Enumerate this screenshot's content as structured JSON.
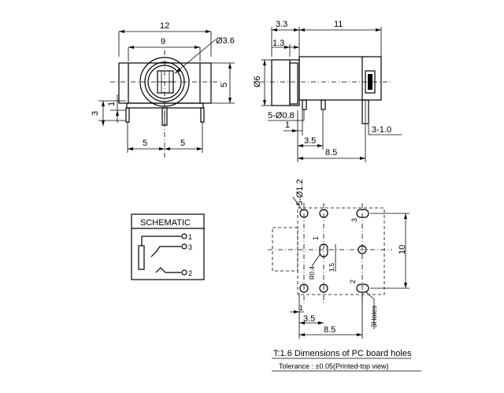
{
  "front_view": {
    "dim_width": "12",
    "dim_inner": "9",
    "dim_hole": "Ø3.6",
    "dim_height": "5",
    "dim_pin_1": "1",
    "dim_pin_3": "3",
    "dim_pitch_left": "5",
    "dim_pitch_right": "5"
  },
  "side_view": {
    "dim_3_3": "3.3",
    "dim_11": "11",
    "dim_1_3": "1.3",
    "dim_dia6": "Ø6",
    "dim_pins": "5-Ø0.8",
    "dim_1": "1",
    "dim_3_5": "3.5",
    "dim_8_5": "8.5",
    "dim_3_1_0": "3-1.0"
  },
  "schematic": {
    "title": "SCHEMATIC",
    "pin_1": "1",
    "pin_3": "3",
    "pin_2": "2"
  },
  "pcb_view": {
    "dim_holes_top": "5-Ø1.2",
    "dim_10": "10",
    "label_3": "3",
    "label_1": "1",
    "label_r04": "R0.4",
    "label_1_5": "1.5",
    "label_2": "2",
    "dim_1": "1",
    "dim_3_5": "3.5",
    "dim_8_5": "8.5",
    "label_3holes": "3Holes"
  },
  "notes": {
    "line1": "T:1.6 Dimensions of PC board holes",
    "line2": "Tolerance : ±0.05(Printed-top view)"
  }
}
